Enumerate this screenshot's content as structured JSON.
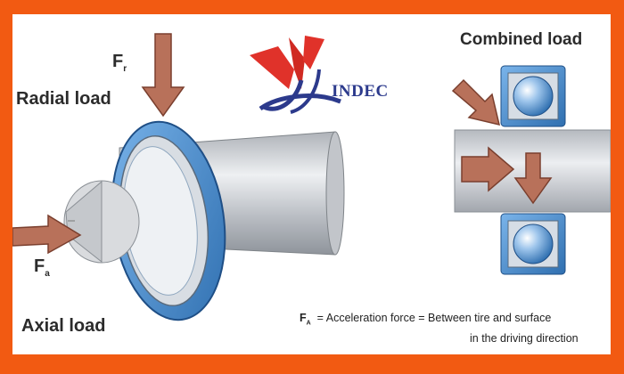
{
  "labels": {
    "radial_load": "Radial load",
    "axial_load": "Axial load",
    "combined_load": "Combined load",
    "fr_main": "F",
    "fr_sub": "r",
    "fa_main": "F",
    "fa_sub": "a"
  },
  "legend": {
    "symbol_main": "F",
    "symbol_sub": "A",
    "line1": "= Acceleration force   = Between tire and surface",
    "line2": "in the driving direction"
  },
  "brand": {
    "name": "INDEC"
  },
  "colors": {
    "frame": "#f25a12",
    "arrow": "#b8715a",
    "bearing_blue": "#4a8fd0",
    "shaft_gray": "#c9ccd1",
    "brand_red": "#e0322a",
    "brand_blue": "#2c3a8c"
  }
}
